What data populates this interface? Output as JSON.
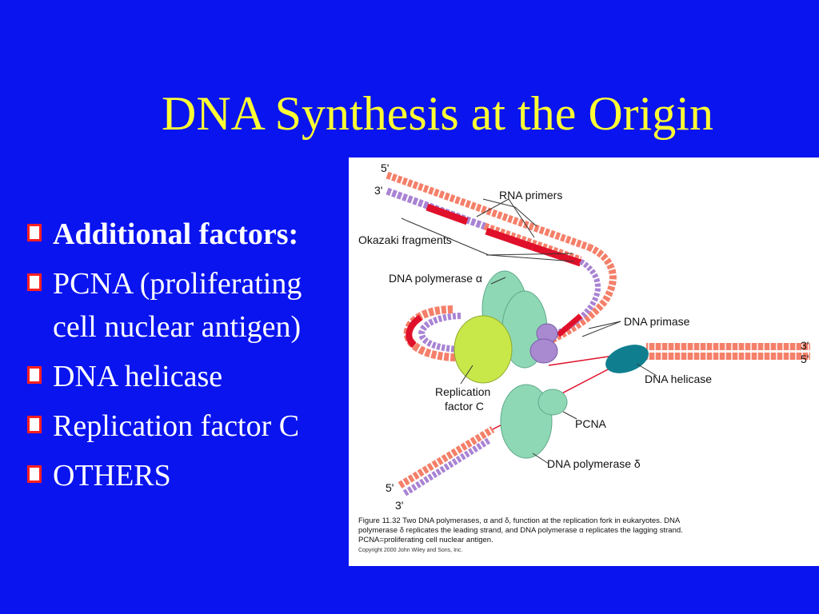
{
  "slide": {
    "title": "DNA Synthesis at the Origin",
    "bullets": [
      {
        "text": "Additional factors:",
        "bold": true
      },
      {
        "text": "PCNA (proliferating",
        "cont": "cell nuclear antigen)"
      },
      {
        "text": "DNA helicase"
      },
      {
        "text": "Replication factor C"
      },
      {
        "text": "OTHERS"
      }
    ]
  },
  "figure": {
    "labels": {
      "five_prime_top": "5'",
      "three_prime_top": "3'",
      "rna_primers": "RNA primers",
      "okazaki": "Okazaki fragments",
      "pol_alpha": "DNA polymerase α",
      "dna_primase": "DNA primase",
      "three_prime_right": "3'",
      "five_prime_right": "5'",
      "dna_helicase": "DNA helicase",
      "rfc_line1": "Replication",
      "rfc_line2": "factor C",
      "pcna": "PCNA",
      "pol_delta": "DNA polymerase δ",
      "five_prime_bottom": "5'",
      "three_prime_bottom": "3'"
    },
    "caption": "Figure 11.32  Two DNA polymerases, α and δ, function at the replication fork in eukaryotes. DNA polymerase δ replicates the leading strand, and DNA polymerase α replicates the lagging strand. PCNA=proliferating cell nuclear antigen.",
    "copyright": "Copyright 2000 John Wiley and Sons, Inc."
  },
  "colors": {
    "background": "#0a14ef",
    "title": "#ffff33",
    "bullet_box": "#ff2020",
    "dna_strand": "#f4806a",
    "rna_primer": "#e0102a",
    "new_strand": "#a983d4",
    "polymerase": "#8fd8b5",
    "rfc": "#c8e84a",
    "primase": "#a98ad0",
    "helicase": "#0f7f8f"
  }
}
